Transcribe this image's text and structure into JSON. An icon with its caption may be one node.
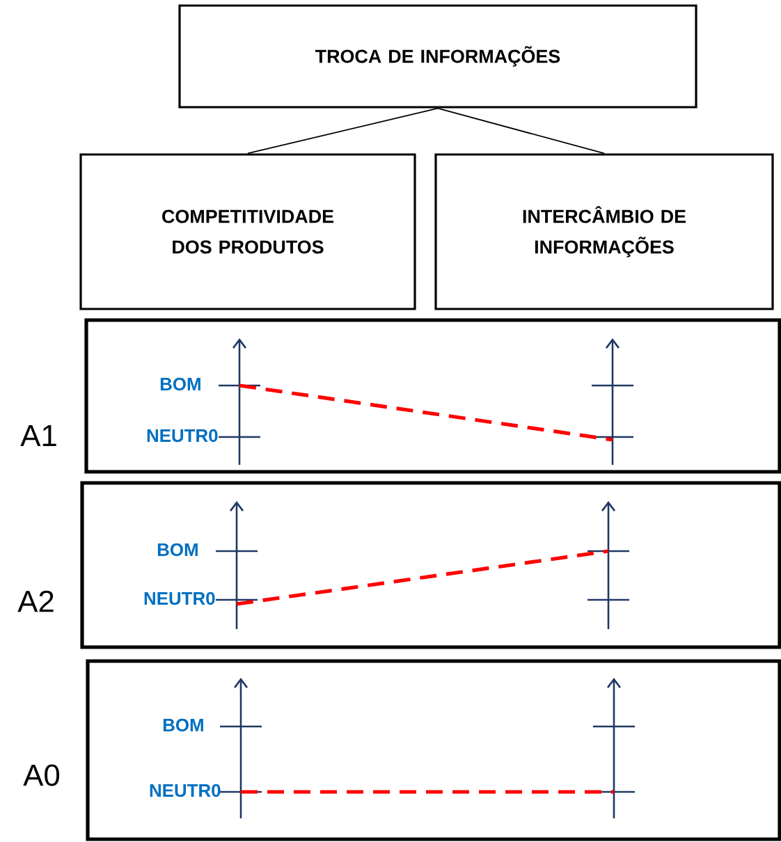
{
  "diagram": {
    "nodes": [
      {
        "text": [
          "TROCA DE INFORMAÇÕES"
        ]
      },
      {
        "text": [
          "COMPETITIVIDADE DOS PRODUTOS"
        ]
      },
      {
        "text": [
          "INTERCÂMBIO DE INFORMAÇÕES"
        ]
      },
      {
        "text": [
          "BOM",
          "NEUTR0"
        ],
        "beside": [
          "A1"
        ]
      },
      {
        "text": [
          "BOM",
          "NEUTR0"
        ],
        "beside": [
          "A2"
        ]
      },
      {
        "text": [
          "BOM",
          "NEUTR0"
        ],
        "beside": [
          "A0"
        ]
      }
    ],
    "edges": [
      {
        "from": 0,
        "to": 1,
        "arrow": "none"
      },
      {
        "from": 0,
        "to": 2,
        "arrow": "none"
      }
    ]
  }
}
